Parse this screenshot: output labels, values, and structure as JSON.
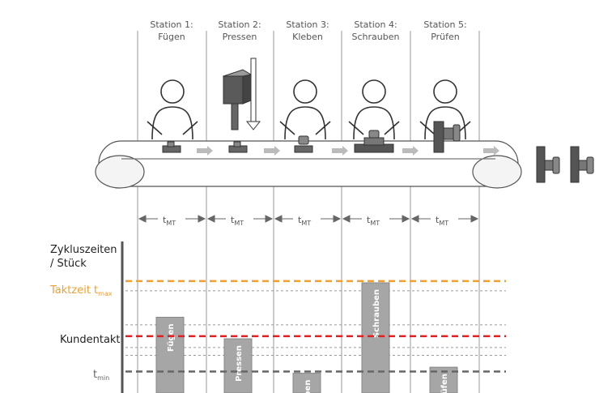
{
  "stations": [
    {
      "line1": "Station 1:",
      "line2": "Fügen"
    },
    {
      "line1": "Station 2:",
      "line2": "Pressen"
    },
    {
      "line1": "Station 3:",
      "line2": "Kleben"
    },
    {
      "line1": "Station 4:",
      "line2": "Schrauben"
    },
    {
      "line1": "Station 5:",
      "line2": "Prüfen"
    }
  ],
  "tmt": {
    "base": "t",
    "sub": "MT"
  },
  "y_axis_label_1": "Zykluszeiten",
  "y_axis_label_2": "/ Stück",
  "taktzeit": {
    "base": "Taktzeit t",
    "sub": "max",
    "color": "#f0a030"
  },
  "kundentakt": {
    "label": "Kundentakt",
    "color": "#e02020"
  },
  "tmin": {
    "base": "t",
    "sub": "min"
  },
  "chart_data": {
    "type": "bar",
    "categories": [
      "Fügen",
      "Pressen",
      "Kleben",
      "Schrauben",
      "Prüfen"
    ],
    "values": [
      88,
      63,
      23,
      128,
      30
    ],
    "reference_lines": {
      "taktzeit_tmax": 130,
      "kundentakt": 66,
      "tmin": 25
    },
    "ylim": [
      0,
      160
    ]
  },
  "colors": {
    "bar": "#a6a6a6",
    "line": "#888888",
    "axis": "#555555"
  }
}
